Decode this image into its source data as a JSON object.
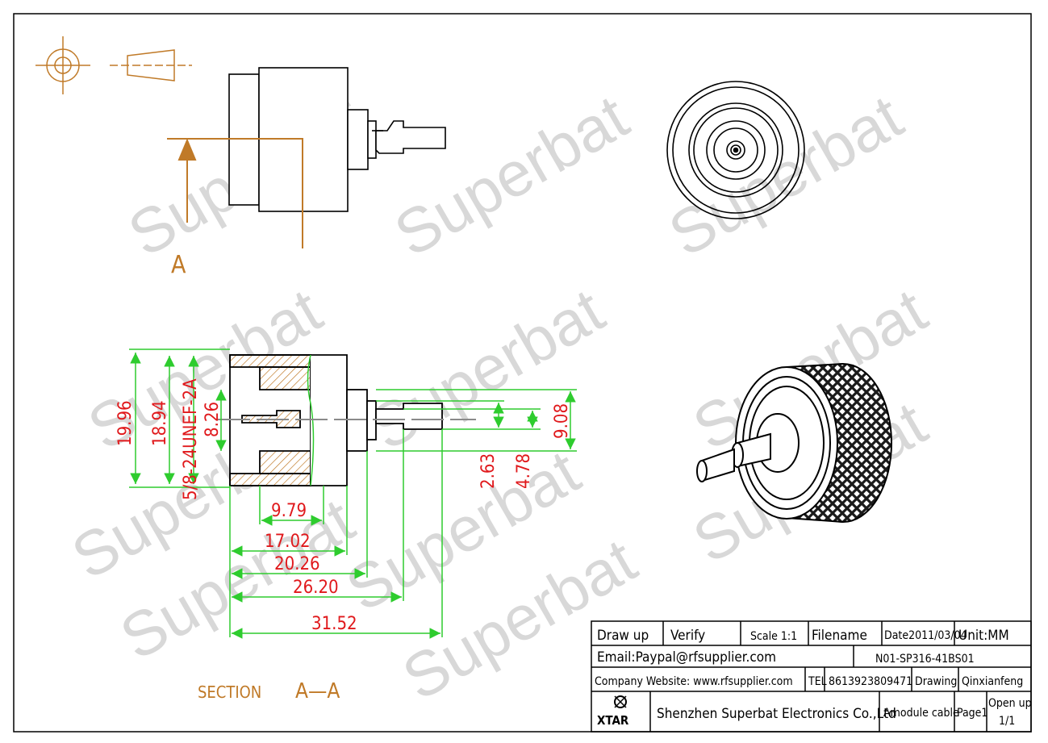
{
  "watermark": "Superbat",
  "section_view_label": "A",
  "section_title": "SECTION",
  "section_name": "A—A",
  "dimensions": {
    "overall_dia": "19.96",
    "body_dia": "18.94",
    "thread": "5/8-24UNEF-2A",
    "inner_dia": "8.26",
    "len_1": "9.79",
    "len_2": "17.02",
    "len_3": "20.26",
    "len_4": "26.20",
    "len_5": "31.52",
    "pin_dia": "2.63",
    "ferrule_dia": "4.78",
    "crimp_dia": "9.08"
  },
  "title_block": {
    "draw_up": "Draw up",
    "verify": "Verify",
    "scale": "Scale 1:1",
    "filename": "Filename",
    "date": "Date2011/03/04",
    "unit": "Unit:MM",
    "email": "Email:Paypal@rfsupplier.com",
    "part_no": "N01-SP316-41BS01",
    "website": "Company Website:  www.rfsupplier.com",
    "tel_label": "TEL",
    "tel": "8613923809471",
    "drawing": "Drawing",
    "drawer": "Qinxianfeng",
    "logo": "XTAR",
    "company": "Shenzhen Superbat Electronics Co.,Ltd",
    "cable": "Amodule cable",
    "page": "Page1",
    "open_up": "Open up",
    "sheet": "1/1"
  },
  "colors": {
    "line": "#000000",
    "dimension_line": "#2ecc2e",
    "dimension_text": "#e0191c",
    "annotation": "#c07a28",
    "watermark": "#d8d8d8"
  }
}
